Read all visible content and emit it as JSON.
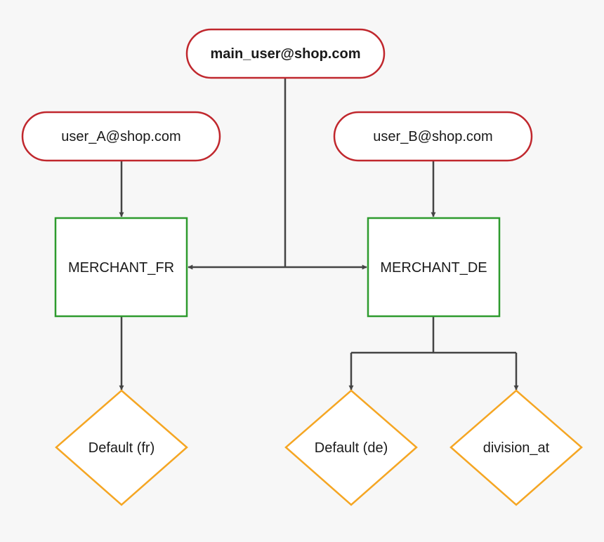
{
  "diagram": {
    "users": {
      "main": "main_user@shop.com",
      "a": "user_A@shop.com",
      "b": "user_B@shop.com"
    },
    "merchants": {
      "fr": "MERCHANT_FR",
      "de": "MERCHANT_DE"
    },
    "stores": {
      "default_fr": "Default (fr)",
      "default_de": "Default (de)",
      "division_at": "division_at"
    }
  },
  "colors": {
    "background": "#f7f7f7",
    "user_border": "#c0272d",
    "merchant_border": "#2e9b2e",
    "store_border": "#f5a623",
    "connector": "#444444"
  }
}
